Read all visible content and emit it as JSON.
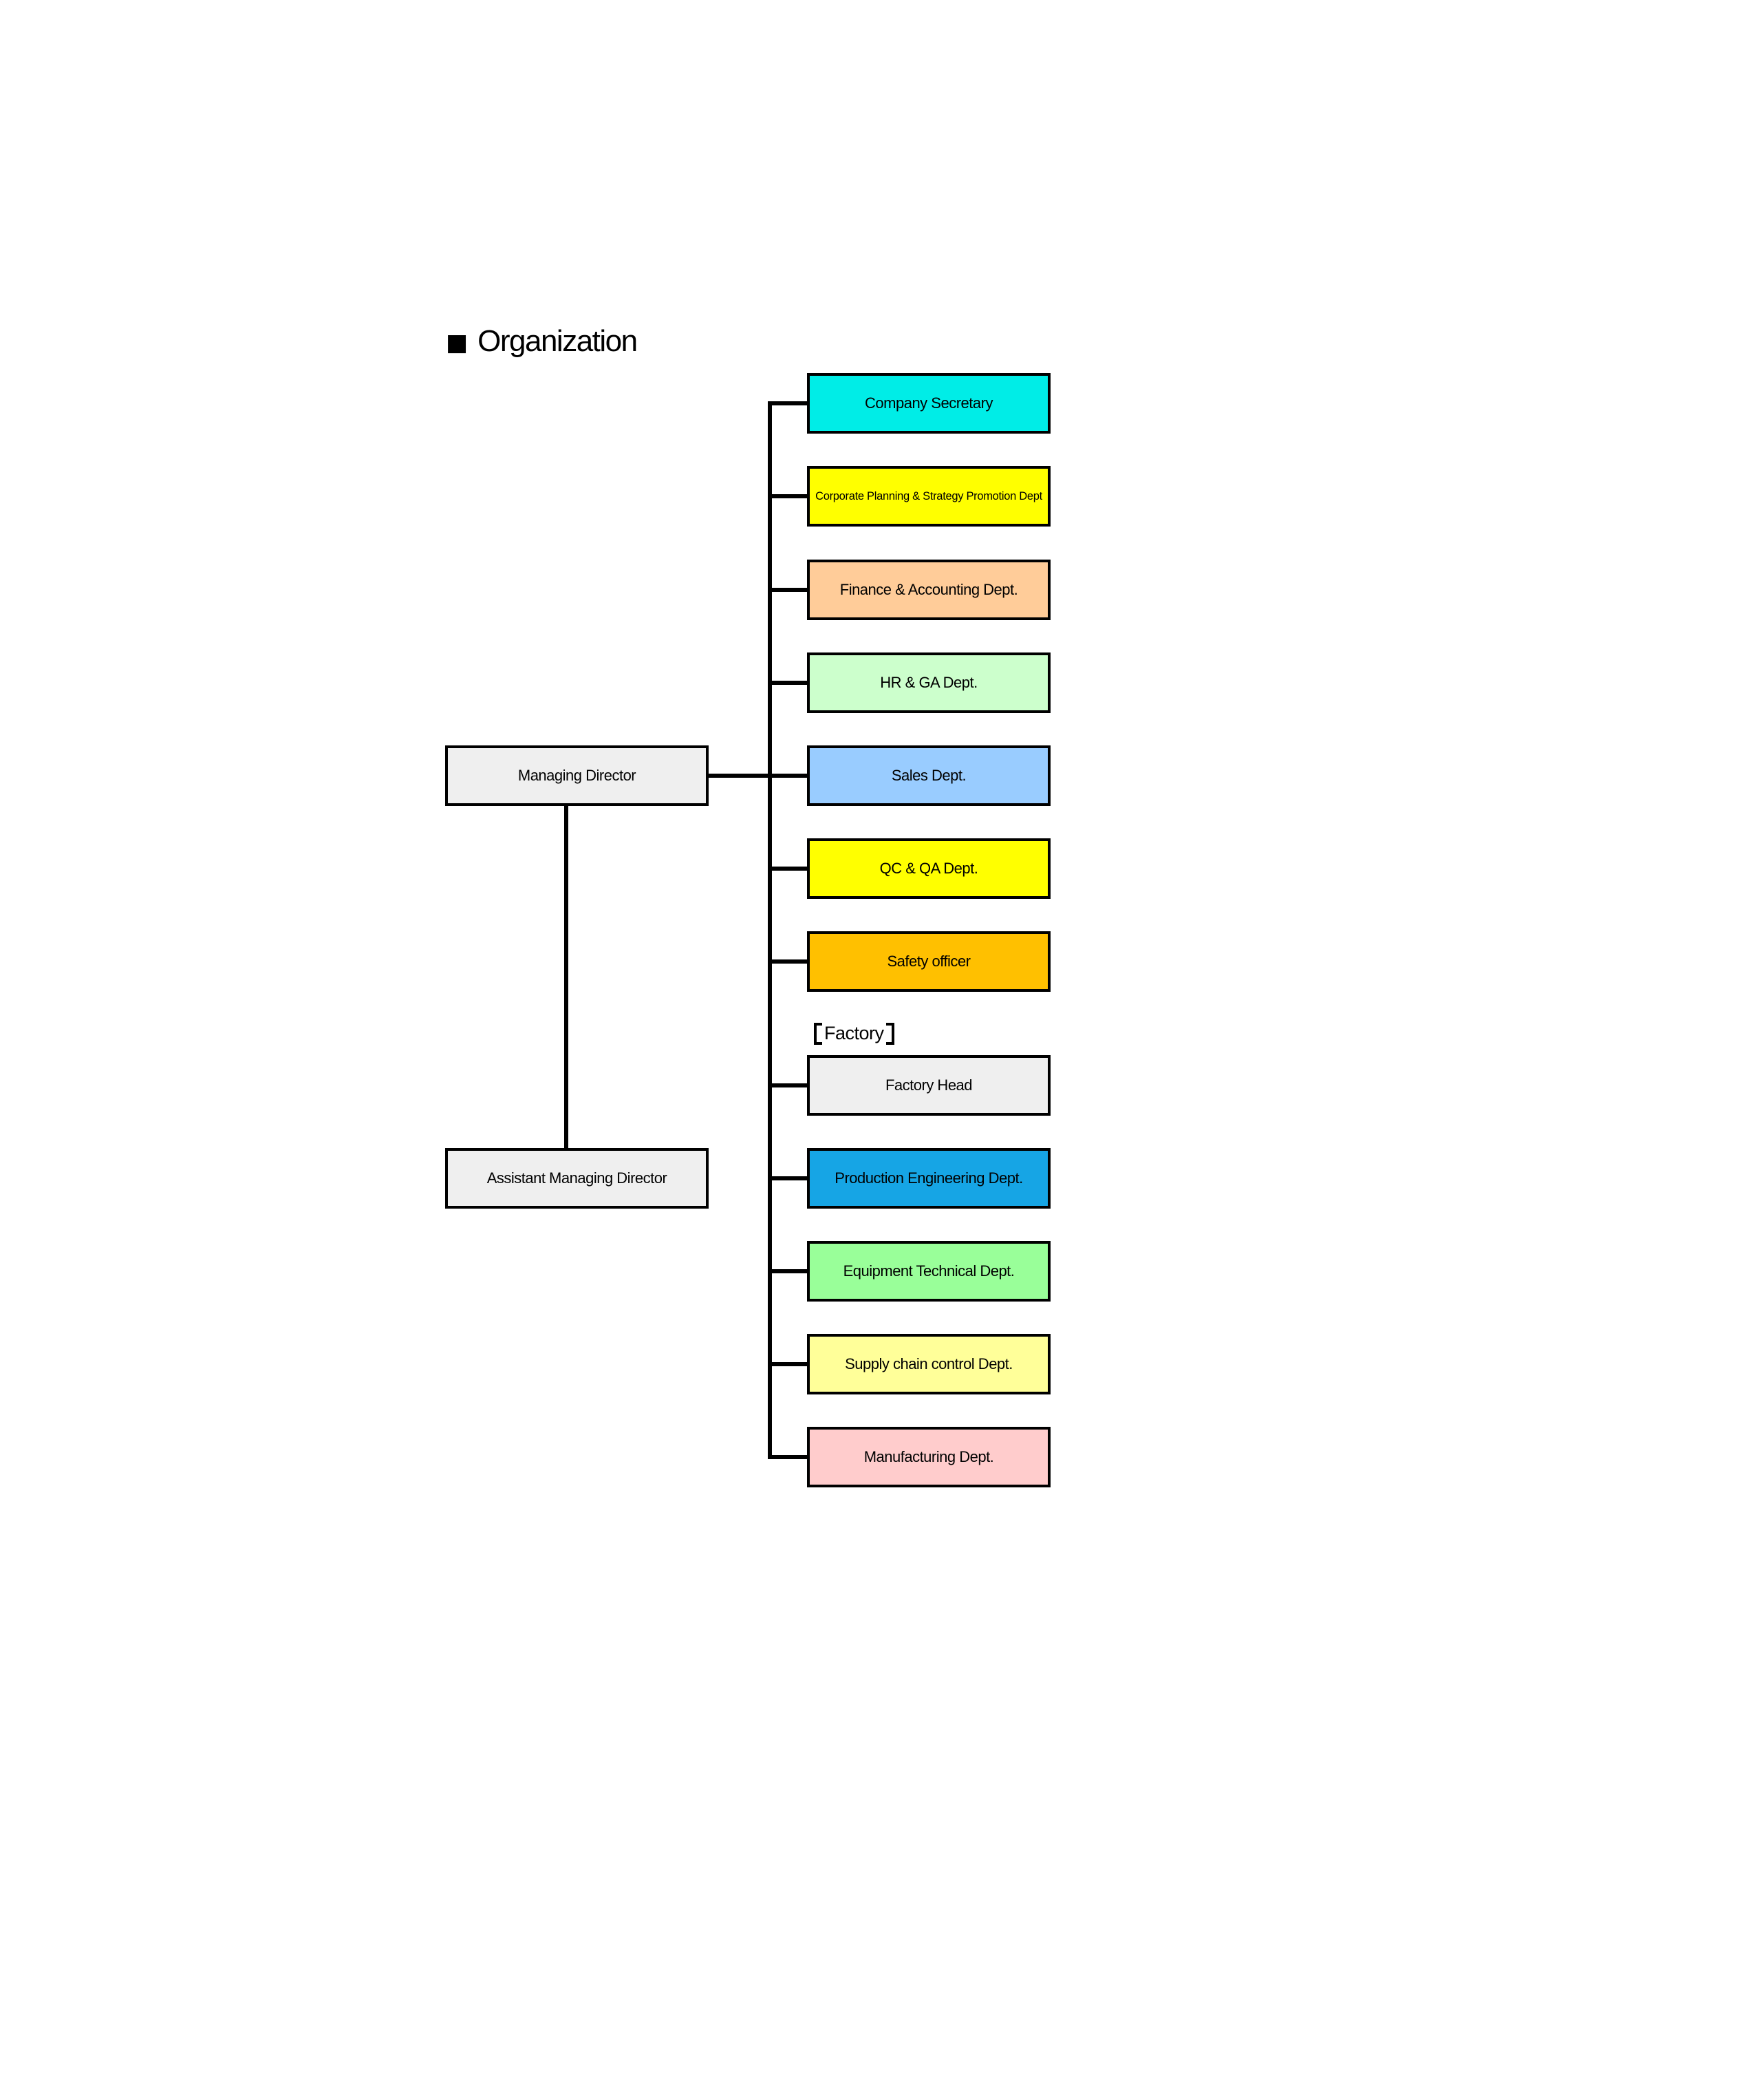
{
  "title": {
    "bullet": "■",
    "text": "Organization"
  },
  "left_nodes": [
    {
      "label": "Managing Director",
      "color": "#EFEFEF"
    },
    {
      "label": "Assistant Managing Director",
      "color": "#EFEFEF"
    }
  ],
  "factory_label": {
    "full": "【Factory】",
    "text": "Factory"
  },
  "departments": [
    {
      "label": "Company Secretary",
      "color": "#00EDE7"
    },
    {
      "label": "Corporate Planning & Strategy Promotion Dept",
      "color": "#FFFF00"
    },
    {
      "label": "Finance & Accounting Dept.",
      "color": "#FFCC99"
    },
    {
      "label": "HR & GA Dept.",
      "color": "#CCFFCC"
    },
    {
      "label": "Sales Dept.",
      "color": "#99CCFF"
    },
    {
      "label": "QC & QA Dept.",
      "color": "#FFFF00"
    },
    {
      "label": "Safety officer",
      "color": "#FFC000"
    },
    {
      "label": "Factory Head",
      "color": "#EFEFEF"
    },
    {
      "label": "Production Engineering Dept.",
      "color": "#16A5E5"
    },
    {
      "label": "Equipment Technical Dept.",
      "color": "#99FF99"
    },
    {
      "label": "Supply chain control Dept.",
      "color": "#FFFF99"
    },
    {
      "label": "Manufacturing Dept.",
      "color": "#FFCCCC"
    }
  ],
  "line_color": "#000000"
}
